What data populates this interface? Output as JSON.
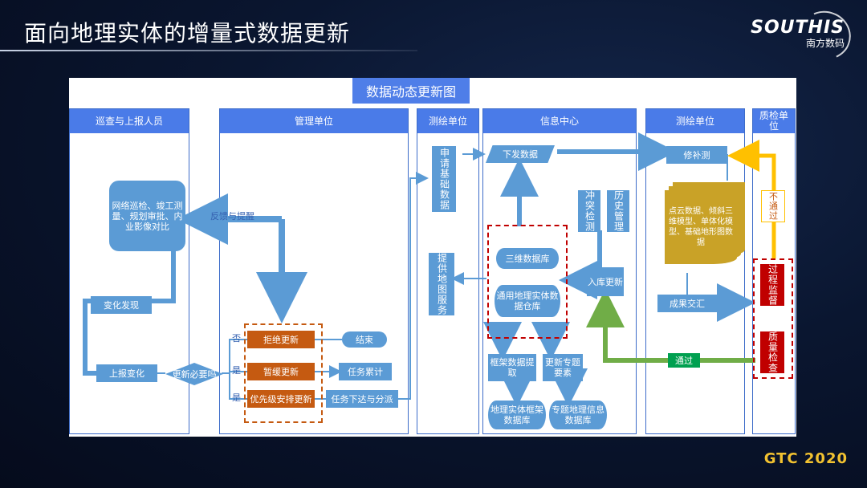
{
  "slide": {
    "title": "面向地理实体的增量式数据更新",
    "brand": "SOUTHIS",
    "brand_sub": "南方数码",
    "footer": "GTC 2020"
  },
  "diagram": {
    "title": "数据动态更新图",
    "lanes": [
      "巡查与上报人员",
      "管理单位",
      "测绘单位",
      "信息中心",
      "测绘单位",
      "质检单位"
    ],
    "nodes": {
      "patrol_methods": "网络巡检、竣工测量、规划审批、内业影像对比",
      "change_found": "变化发现",
      "report_change": "上报变化",
      "need_update": "更新必要吗",
      "feedback": "反馈与提醒",
      "reject": "拒绝更新",
      "delay": "暂缓更新",
      "priority": "优先级安排更新",
      "end": "结束",
      "task_accum": "任务累计",
      "task_assign": "任务下达与分派",
      "apply_data": "申请基础数据",
      "provide_map": "提供地图服务",
      "distribute": "下发数据",
      "conflict": "冲突检测",
      "history": "历史管理",
      "db_3d": "三维数据库",
      "db_entity": "通用地理实体数据仓库",
      "ingest": "入库更新",
      "frame_extract": "框架数据提取",
      "topic_update": "更新专题要素",
      "frame_db": "地理实体框架数据库",
      "topic_db": "专题地理信息数据库",
      "supplement": "修补测",
      "pointcloud": "点云数据、倾斜三维模型、单体化模型、基础地形图数据",
      "result_merge": "成果交汇",
      "process_monitor": "过程监督",
      "quality_check": "质量检查",
      "not_pass": "不通过",
      "pass": "通过",
      "no": "否",
      "yes1": "是",
      "yes2": "是"
    }
  },
  "colors": {
    "blue_box": "#5b9bd5",
    "lane_header": "#4a7be8",
    "orange": "#c55a11",
    "red": "#c00000",
    "green_arrow": "#70ad47",
    "yellow_arrow": "#ffc000",
    "doc": "#c9a227"
  }
}
